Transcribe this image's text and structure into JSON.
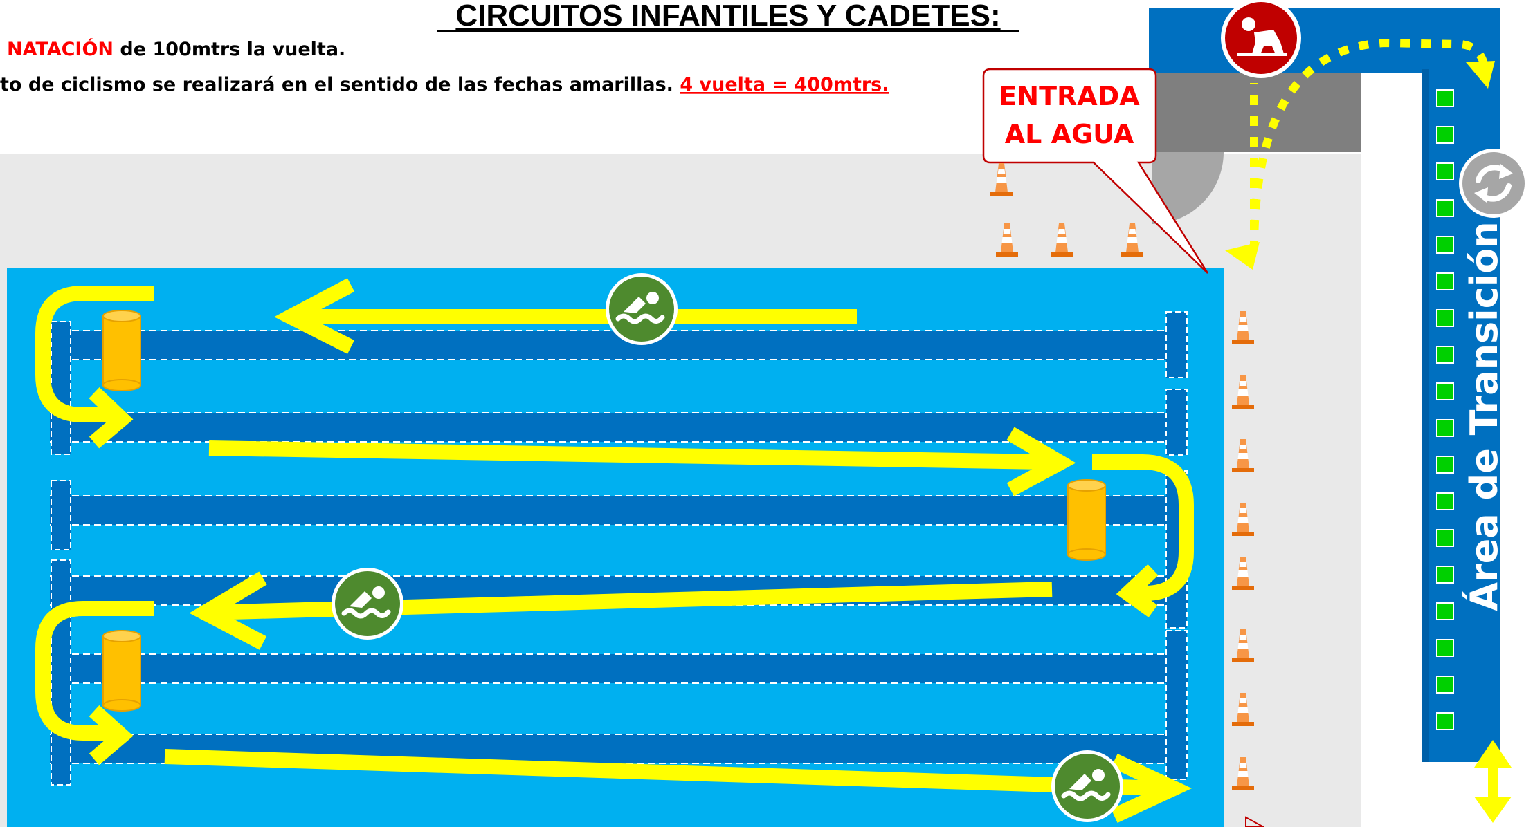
{
  "title": "CIRCUITOS INFANTILES Y CADETES:",
  "note1": {
    "highlight": "NATACIÓN",
    "rest": " de 100mtrs la vuelta."
  },
  "note2": {
    "text": "to de ciclismo se realizará en el sentido de las fechas amarillas. ",
    "underlined": "4 vuelta = 400mtrs."
  },
  "callout": {
    "line1": "ENTRADA",
    "line2": "AL AGUA"
  },
  "transition_label": "Área de Transición",
  "icons": {
    "run": "runner-icon",
    "swim": "swimmer-icon",
    "transition": "refresh-icon",
    "cone": "traffic-cone-icon",
    "buoy": "buoy-icon"
  },
  "colors": {
    "pool": "#00b0f0",
    "lane": "#0070c0",
    "arrow": "#ffff00",
    "highlight_red": "#ff0000",
    "transition_blue": "#0070c0",
    "cone_orange": "#f79646",
    "buoy": "#ffc000",
    "swim_badge": "#4e8a2e",
    "run_badge": "#c00000"
  }
}
